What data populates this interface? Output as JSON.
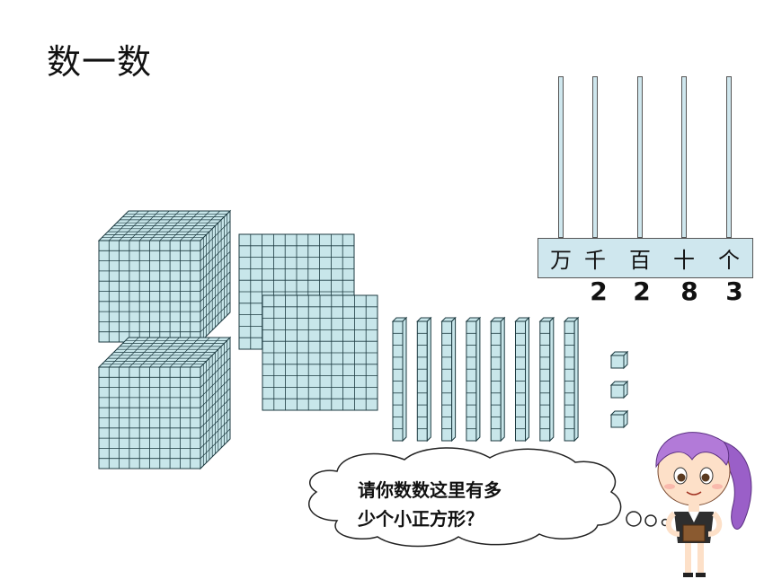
{
  "title": "数一数",
  "abacus": {
    "places": [
      "万",
      "千",
      "百",
      "十",
      "个"
    ],
    "digits": [
      "",
      "2",
      "2",
      "8",
      "3"
    ]
  },
  "speech_bubble": {
    "line1": "请你数数这里有多",
    "line2": "少个小正方形？"
  },
  "blocks": {
    "thousands": 2,
    "hundreds": 2,
    "tens": 8,
    "ones": 3
  },
  "colors": {
    "block_fill": "#c8e6ea",
    "grid_line": "#1c3a40",
    "hair": "#9a5fc8",
    "skin": "#fde0c8"
  }
}
